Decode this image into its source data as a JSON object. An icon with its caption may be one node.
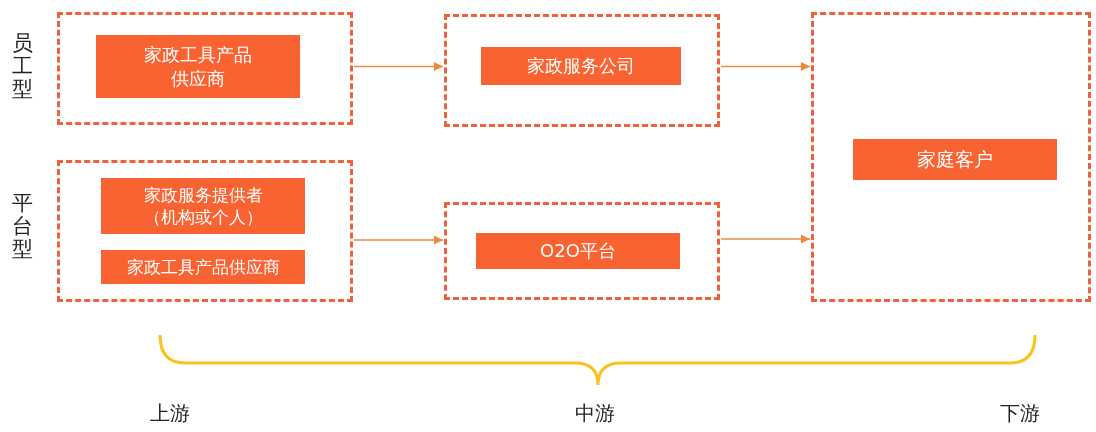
{
  "diagram": {
    "nodes": [
      {
        "text": [],
        "shape": "box"
      },
      {
        "text": [
          "家政工具产品供应商"
        ],
        "in": 0
      },
      {
        "text": [],
        "shape": "box"
      },
      {
        "text": [
          "家政服务公司"
        ],
        "in": 2
      },
      {
        "text": [],
        "shape": "box"
      },
      {
        "text": [
          "家庭客户"
        ],
        "in": 4
      },
      {
        "text": [],
        "shape": "box"
      },
      {
        "text": [
          "家政服务提供者（机构或个人）"
        ],
        "in": 6
      },
      {
        "text": [
          "家政工具产品供应商"
        ],
        "in": 6
      },
      {
        "text": [],
        "shape": "box"
      },
      {
        "text": [
          "O2O平台"
        ],
        "in": 9
      }
    ],
    "edges": [
      {
        "from": 0,
        "to": 2,
        "arrow": "to"
      },
      {
        "from": 2,
        "to": 4,
        "arrow": "to"
      },
      {
        "from": 6,
        "to": 9,
        "arrow": "to"
      },
      {
        "from": 9,
        "to": 4,
        "arrow": "to"
      }
    ],
    "labels": [
      "员工型",
      "平台型",
      "上游",
      "中游",
      "下游"
    ]
  }
}
